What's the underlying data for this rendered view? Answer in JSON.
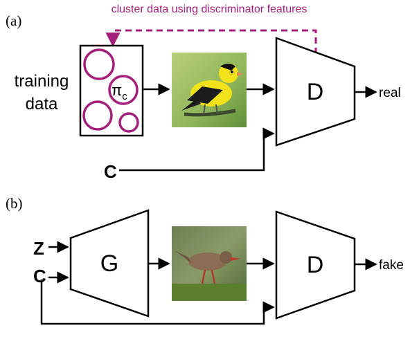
{
  "panel_a": {
    "label": "(a)",
    "feedback_label": "cluster data using discriminator features",
    "training_label_line1": "training",
    "training_label_line2": "data",
    "cluster_symbol": "π",
    "cluster_subscript": "c",
    "discriminator_label": "D",
    "output_label": "real",
    "condition_label": "C",
    "image": "yellow-bird-photo"
  },
  "panel_b": {
    "label": "(b)",
    "input_z": "Z",
    "input_c": "C",
    "generator_label": "G",
    "discriminator_label": "D",
    "output_label": "fake",
    "image": "brown-bird-photo"
  },
  "colors": {
    "accent": "#a3207a",
    "line": "#000000"
  }
}
